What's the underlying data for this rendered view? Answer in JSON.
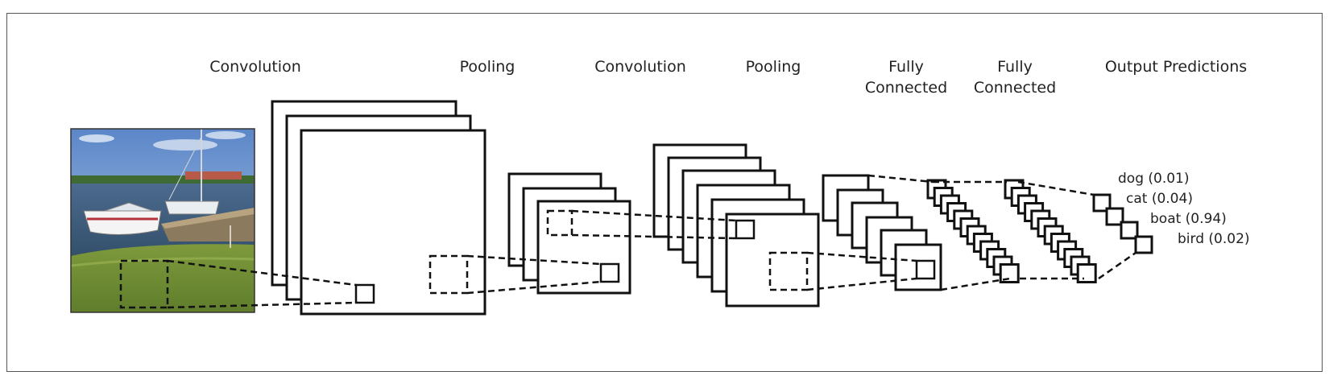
{
  "stages": {
    "conv1": "Convolution",
    "pool1": "Pooling",
    "conv2": "Convolution",
    "pool2": "Pooling",
    "fc1_line1": "Fully",
    "fc1_line2": "Connected",
    "fc2_line1": "Fully",
    "fc2_line2": "Connected",
    "output": "Output Predictions"
  },
  "predictions": [
    {
      "label": "dog (0.01)"
    },
    {
      "label": "cat (0.04)"
    },
    {
      "label": "boat (0.94)"
    },
    {
      "label": "bird (0.02)"
    }
  ],
  "input_image": {
    "subject": "photo of boats moored at a lakeside dock"
  }
}
